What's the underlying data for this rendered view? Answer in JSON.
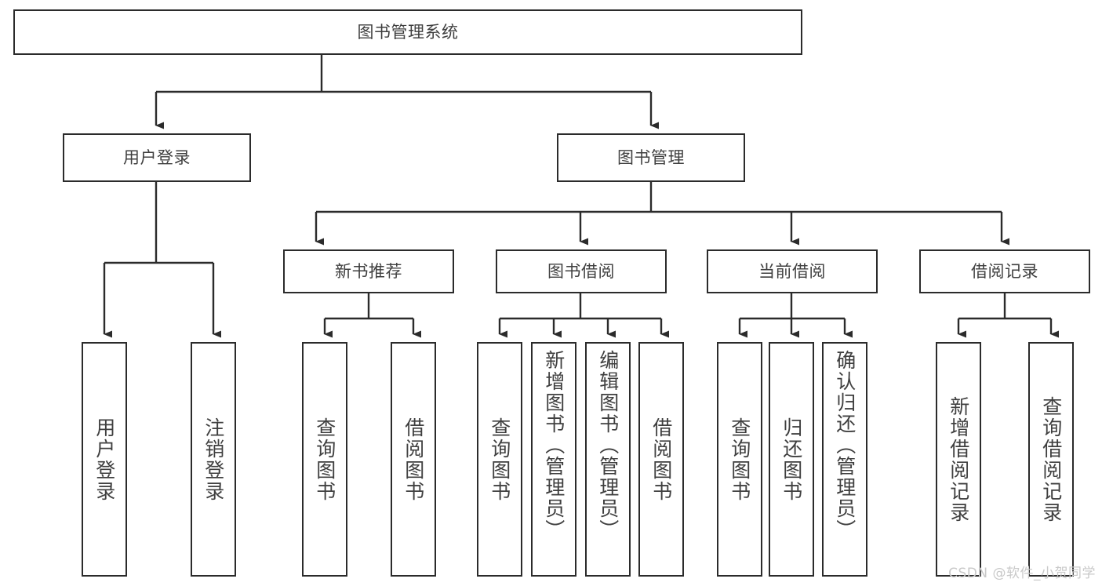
{
  "diagram": {
    "type": "tree-hierarchy",
    "title": "图书管理系统",
    "root": {
      "id": "root",
      "label": "图书管理系统"
    },
    "level2": [
      {
        "id": "user-login",
        "label": "用户登录"
      },
      {
        "id": "book-manage",
        "label": "图书管理"
      }
    ],
    "level3": [
      {
        "id": "new-book-rec",
        "label": "新书推荐"
      },
      {
        "id": "book-borrow",
        "label": "图书借阅"
      },
      {
        "id": "current-borrow",
        "label": "当前借阅"
      },
      {
        "id": "borrow-record",
        "label": "借阅记录"
      }
    ],
    "leaves": {
      "user_login": [
        {
          "id": "leaf-user-login",
          "label": "用户登录"
        },
        {
          "id": "leaf-logout",
          "label": "注销登录"
        }
      ],
      "new_book_rec": [
        {
          "id": "leaf-query-book-1",
          "label": "查询图书"
        },
        {
          "id": "leaf-borrow-book-1",
          "label": "借阅图书"
        }
      ],
      "book_borrow": [
        {
          "id": "leaf-query-book-2",
          "label": "查询图书"
        },
        {
          "id": "leaf-add-book",
          "label": "新增图书（管理员）"
        },
        {
          "id": "leaf-edit-book",
          "label": "编辑图书（管理员）"
        },
        {
          "id": "leaf-borrow-book-2",
          "label": "借阅图书"
        }
      ],
      "current_borrow": [
        {
          "id": "leaf-query-book-3",
          "label": "查询图书"
        },
        {
          "id": "leaf-return-book",
          "label": "归还图书"
        },
        {
          "id": "leaf-confirm-return",
          "label": "确认归还（管理员）"
        }
      ],
      "borrow_record": [
        {
          "id": "leaf-add-record",
          "label": "新增借阅记录"
        },
        {
          "id": "leaf-query-record",
          "label": "查询借阅记录"
        }
      ]
    },
    "colors": {
      "stroke": "#2b2b2b",
      "text": "#3f3f3f",
      "background": "#ffffff",
      "watermark": "#c9c9c9"
    }
  },
  "watermark": {
    "text": "CSDN @软件_小贺同学"
  }
}
